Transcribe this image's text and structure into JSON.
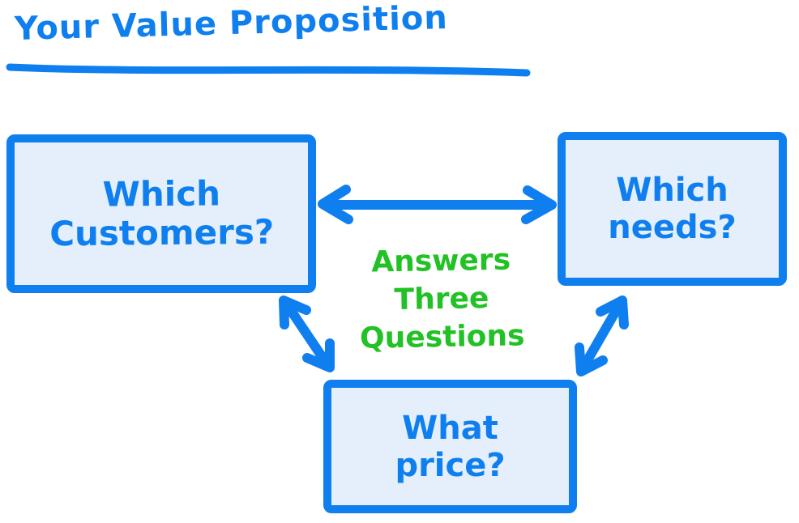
{
  "title": {
    "text": "Your Value Proposition"
  },
  "boxes": {
    "customers": {
      "label": "Which\nCustomers?"
    },
    "needs": {
      "label": "Which\nneeds?"
    },
    "price": {
      "label": "What\nprice?"
    }
  },
  "annotation": {
    "text": "Answers Three\nQuestions"
  },
  "colors": {
    "ink-blue": "#0F7FEF",
    "box-fill": "#E4EFFB",
    "annotation-green": "#22C125",
    "background": "#FFFFFF"
  }
}
